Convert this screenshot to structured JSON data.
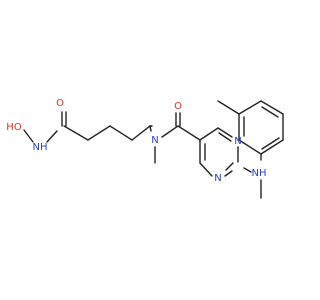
{
  "molecule": {
    "colors": {
      "carbon_bond": "#222222",
      "oxygen": "#e0302a",
      "nitrogen": "#2a3fd4"
    },
    "atoms": {
      "hydroxamic_O": "O",
      "carbonyl_O_left": "O",
      "NH_hydroxamic": "NH",
      "HO": "HO",
      "amide_N": "N",
      "carbonyl_O_right": "O",
      "pyrimidine_N1": "N",
      "pyrimidine_N3": "N",
      "aniline_NH": "NH"
    }
  }
}
